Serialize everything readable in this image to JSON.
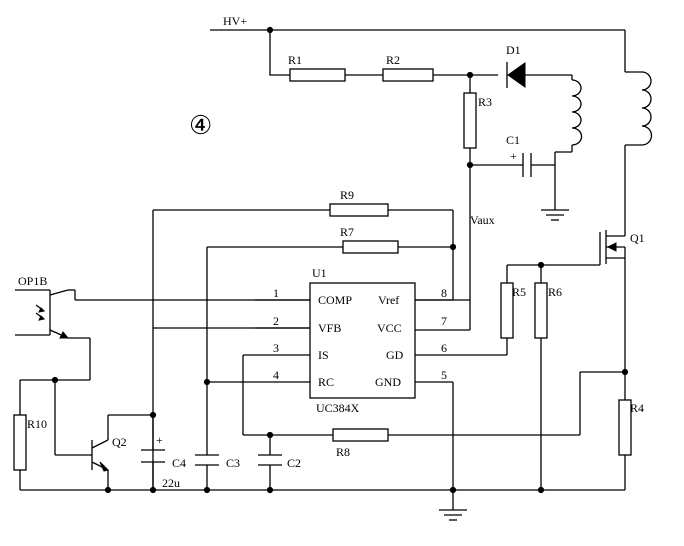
{
  "labels": {
    "hv": "HV+",
    "circle_number": "④",
    "vaux": "Vaux",
    "ic_ref": "U1",
    "ic_part": "UC384X",
    "optocoupler": "OP1B",
    "c4_value": "22u"
  },
  "components": {
    "r1": "R1",
    "r2": "R2",
    "r3": "R3",
    "r4": "R4",
    "r5": "R5",
    "r6": "R6",
    "r7": "R7",
    "r8": "R8",
    "r9": "R9",
    "r10": "R10",
    "c1": "C1",
    "c2": "C2",
    "c3": "C3",
    "c4": "C4",
    "d1": "D1",
    "q1": "Q1",
    "q2": "Q2"
  },
  "ic_pins": {
    "left": [
      {
        "num": "1",
        "name": "COMP"
      },
      {
        "num": "2",
        "name": "VFB"
      },
      {
        "num": "3",
        "name": "IS"
      },
      {
        "num": "4",
        "name": "RC"
      }
    ],
    "right": [
      {
        "num": "8",
        "name": "Vref"
      },
      {
        "num": "7",
        "name": "VCC"
      },
      {
        "num": "6",
        "name": "GD"
      },
      {
        "num": "5",
        "name": "GND"
      }
    ]
  },
  "polarity": {
    "plus": "+"
  }
}
